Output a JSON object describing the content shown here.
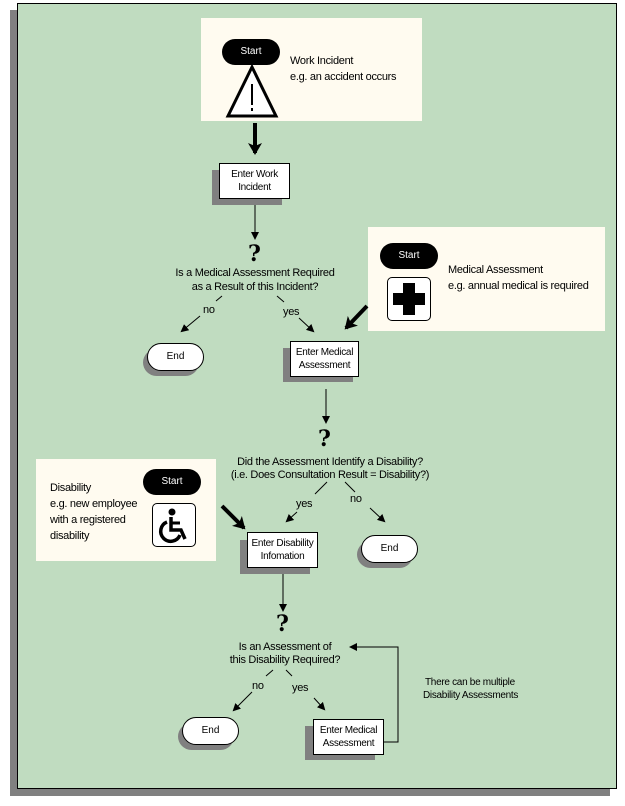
{
  "starts": [
    {
      "label": "Start",
      "title": "Work Incident",
      "description": "e.g. an accident occurs",
      "icon": "warning-icon"
    },
    {
      "label": "Start",
      "title": "Medical Assessment",
      "description": "e.g. annual medical is required",
      "icon": "medical-cross-icon"
    },
    {
      "label": "Start",
      "title": "Disability",
      "description_lines": [
        "e.g. new employee",
        "with a registered",
        "disability"
      ],
      "icon": "wheelchair-icon"
    }
  ],
  "processes": {
    "enter_work_incident": [
      "Enter Work",
      "Incident"
    ],
    "enter_medical_assessment_1": [
      "Enter Medical",
      "Assessment"
    ],
    "enter_disability_information": [
      "Enter Disability",
      "Infomation"
    ],
    "enter_medical_assessment_2": [
      "Enter Medical",
      "Assessment"
    ]
  },
  "decisions": [
    {
      "symbol": "?",
      "question_lines": [
        "Is a Medical Assessment Required",
        "as a Result of this Incident?"
      ],
      "no_label": "no",
      "yes_label": "yes"
    },
    {
      "symbol": "?",
      "question_lines": [
        "Did the Assessment Identify a Disability?",
        "(i.e. Does Consultation Result = Disability?)"
      ],
      "yes_label": "yes",
      "no_label": "no"
    },
    {
      "symbol": "?",
      "question_lines": [
        "Is an Assessment of",
        "this Disability Required?"
      ],
      "no_label": "no",
      "yes_label": "yes"
    }
  ],
  "ends": [
    "End",
    "End",
    "End"
  ],
  "note_lines": [
    "There can be multiple",
    "Disability Assessments"
  ],
  "colors": {
    "background": "#c0dcc0",
    "panel": "#fffbf0",
    "shadow": "#808080"
  }
}
